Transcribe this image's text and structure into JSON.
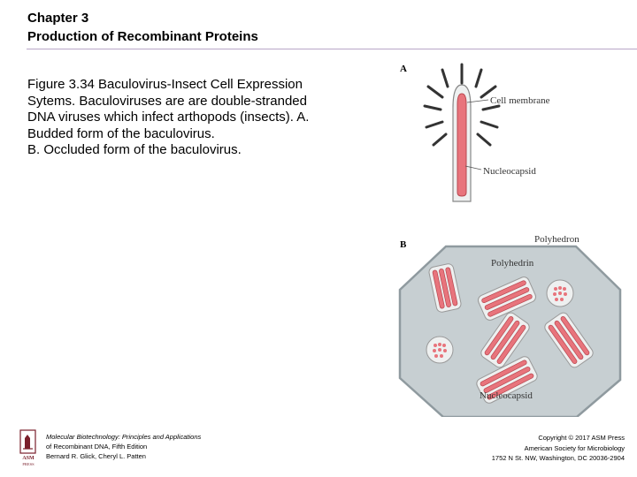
{
  "header": {
    "chapter": "Chapter 3",
    "title": "Production of Recombinant Proteins"
  },
  "caption": {
    "lines": [
      "Figure 3.34 Baculovirus-Insect Cell Expression",
      "Sytems. Baculoviruses are are double-stranded",
      "DNA viruses which infect arthopods (insects). A.",
      "Budded form of the baculovirus.",
      "B. Occluded form of the baculovirus."
    ]
  },
  "figure": {
    "panel_a": {
      "letter": "A",
      "label_membrane": "Cell membrane",
      "label_nucleocapsid": "Nucleocapsid"
    },
    "panel_b": {
      "letter": "B",
      "label_polyhedron": "Polyhedron",
      "label_polyhedrin": "Polyhedrin",
      "label_nucleocapsid": "Nucleocapsid"
    },
    "colors": {
      "nucleocapsid": "#e8747c",
      "nucleocapsid_outline": "#b8474f",
      "polyhedron_fill": "#c7cfd2",
      "polyhedron_stroke": "#8f9a9f",
      "virion_fill": "#eef0f0",
      "spike": "#333333"
    }
  },
  "footer": {
    "left": {
      "book_title": "Molecular Biotechnology: Principles and Applications",
      "book_subtitle": "of Recombinant DNA, Fifth Edition",
      "authors": "Bernard R. Glick, Cheryl L. Patten"
    },
    "right": {
      "copyright": "Copyright © 2017 ASM Press",
      "publisher": "American Society for Microbiology",
      "address": "1752 N St. NW, Washington, DC 20036-2904"
    },
    "logo": {
      "letters": "ASM",
      "press": "PRESS"
    }
  }
}
